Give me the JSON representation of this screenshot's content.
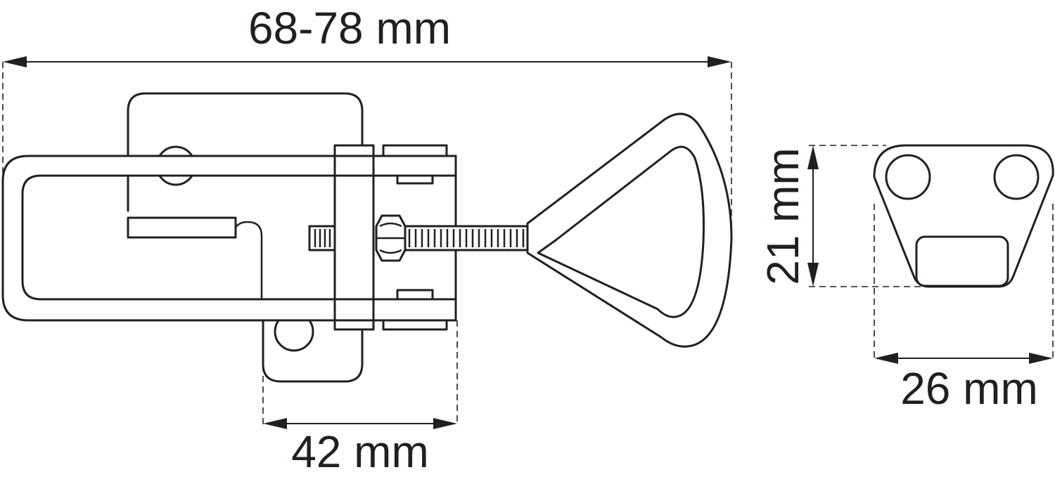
{
  "dimensions": {
    "overall_length": "68-78 mm",
    "base_width": "42 mm",
    "catch_height": "21 mm",
    "catch_width": "26 mm"
  }
}
